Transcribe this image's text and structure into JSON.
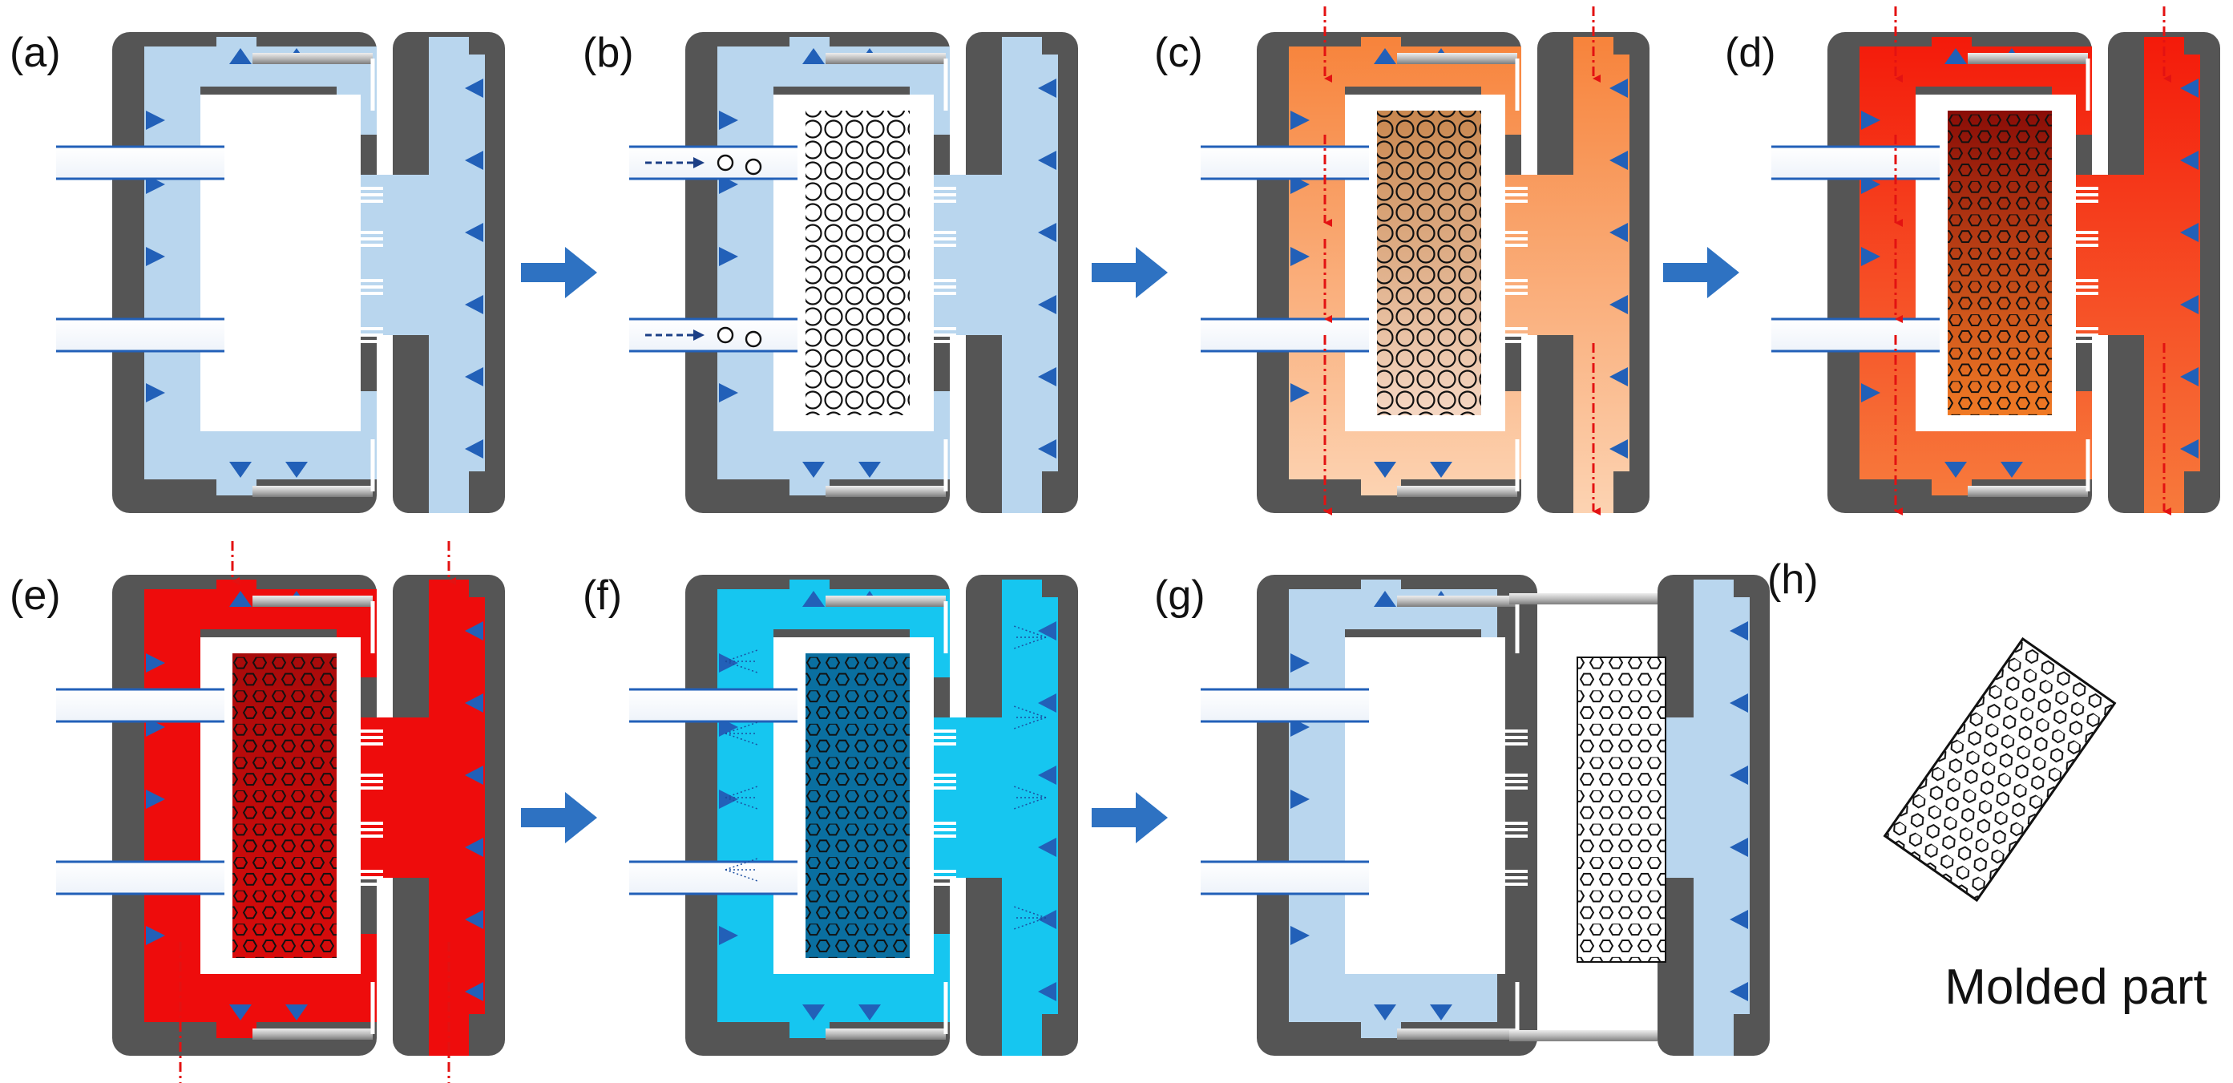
{
  "panels": [
    {
      "label": "(a)",
      "fill": "#b9d6ee",
      "fill_edge": "#b9d6ee",
      "core": "empty",
      "mold": "closed",
      "feed": false,
      "flow": "none",
      "vents": false
    },
    {
      "label": "(b)",
      "fill": "#b9d6ee",
      "fill_edge": "#b9d6ee",
      "core": "beads",
      "mold": "closed",
      "feed": true,
      "flow": "none",
      "vents": false
    },
    {
      "label": "(c)",
      "fill": "#f7833b",
      "fill_edge": "#fcd3b2",
      "core": "beads-heated",
      "mold": "closed",
      "feed": false,
      "flow": "steam",
      "vents": false
    },
    {
      "label": "(d)",
      "fill": "#f41a0a",
      "fill_edge": "#f77a3c",
      "core": "cells-orange",
      "mold": "closed",
      "feed": false,
      "flow": "steam",
      "vents": false
    },
    {
      "label": "(e)",
      "fill": "#ee0c0c",
      "fill_edge": "#ee0c0c",
      "core": "cells-red",
      "mold": "closed",
      "feed": false,
      "flow": "outlet",
      "vents": false
    },
    {
      "label": "(f)",
      "fill": "#16c6f0",
      "fill_edge": "#16c6f0",
      "core": "cells-dark",
      "mold": "closed",
      "feed": false,
      "flow": "none",
      "vents": true
    },
    {
      "label": "(g)",
      "fill": "#b9d6ee",
      "fill_edge": "#b9d6ee",
      "core": "ejected",
      "mold": "open",
      "feed": false,
      "flow": "none",
      "vents": false
    }
  ],
  "final_panel": {
    "label": "(h)",
    "caption": "Molded part"
  },
  "colors": {
    "mold_frame": "#555555",
    "mold_cavity": "#ffffff",
    "nozzle": "#2260b8",
    "arrow": "#2e72c2",
    "feed_arrow": "#1c3f86",
    "steam_arrow": "#e31212",
    "pin": "#9a9a9a",
    "text": "#111111"
  }
}
